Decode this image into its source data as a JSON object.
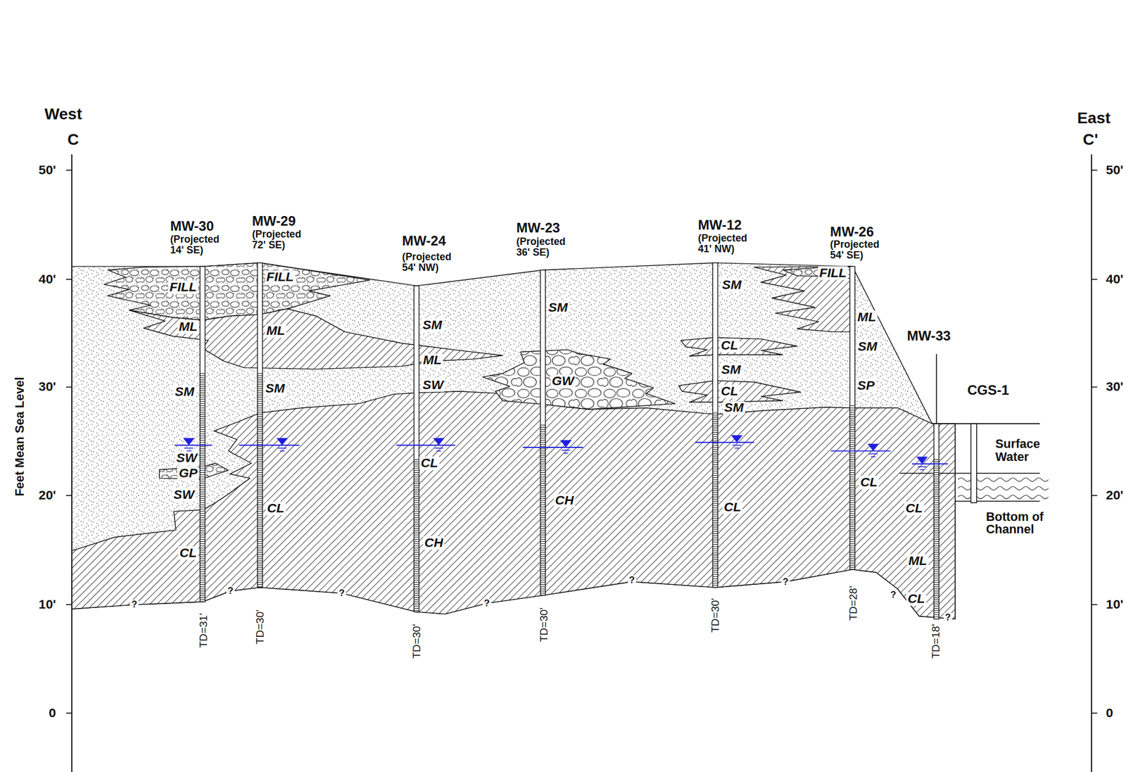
{
  "diagram": {
    "labels": [
      "West",
      "C",
      "East",
      "C'",
      "Feet Mean Sea Level",
      "50'",
      "40'",
      "30'",
      "20'",
      "10'",
      "0",
      "50'",
      "40'",
      "30'",
      "20'",
      "10'",
      "0",
      "MW-30",
      "(Projected 14' SE)",
      "MW-29",
      "(Projected 72' SE)",
      "MW-24",
      "(Projected 54' NW)",
      "MW-23",
      "(Projected 36' SE)",
      "MW-12",
      "(Projected 41' NW)",
      "MW-26",
      "(Projected 54' SE)",
      "MW-33",
      "CGS-1",
      "Surface Water",
      "Bottom of Channel",
      "FILL",
      "ML",
      "SM",
      "SW",
      "GP",
      "SW",
      "CL",
      "FILL",
      "ML",
      "SM",
      "CL",
      "SM",
      "ML",
      "SW",
      "CL",
      "CH",
      "SM",
      "GW",
      "CH",
      "SM",
      "CL",
      "SM",
      "CL",
      "SM",
      "CL",
      "FILL",
      "ML",
      "SM",
      "SP",
      "CL",
      "CL",
      "ML",
      "CL",
      "TD=31'",
      "TD=30'",
      "TD=30'",
      "TD=30'",
      "TD=30'",
      "TD=28'",
      "TD=18'",
      "?",
      "?",
      "?",
      "?",
      "?",
      "?",
      "?",
      "?"
    ]
  }
}
